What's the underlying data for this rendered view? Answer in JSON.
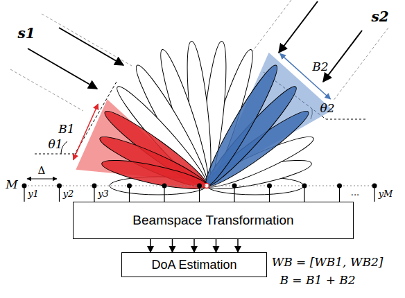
{
  "diagram": {
    "nodes": [
      {
        "text": [
          "Beamspace Transformation"
        ]
      },
      {
        "text": [
          "DoA Estimation"
        ]
      }
    ],
    "edges": [
      {
        "from": 0,
        "to": 1,
        "arrow": "to"
      },
      {
        "from": 0,
        "to": 1,
        "arrow": "to"
      },
      {
        "from": 0,
        "to": 1,
        "arrow": "to"
      },
      {
        "from": 0,
        "to": 1,
        "arrow": "to"
      },
      {
        "from": 0,
        "to": 1,
        "arrow": "to"
      }
    ],
    "labels": [
      "s1",
      "θ1",
      "s2",
      "θ2",
      "B1",
      "B2",
      "M",
      "Δ",
      "y1",
      "y2",
      "y3",
      "...",
      "yM",
      "WB = [WB1, WB2]",
      "B = B1 + B2"
    ]
  }
}
